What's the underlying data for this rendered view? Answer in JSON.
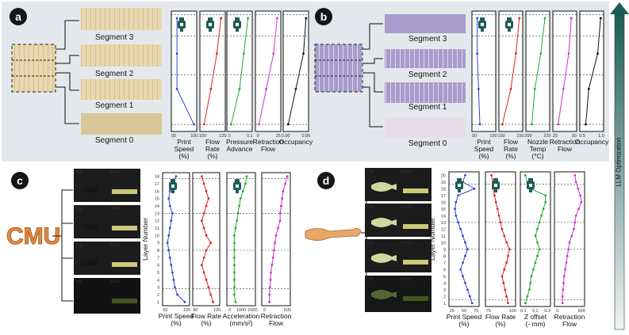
{
  "panels": {
    "a": {
      "badge": "a",
      "segments": [
        "Segment 3",
        "Segment 2",
        "Segment 1",
        "Segment 0"
      ],
      "plots": [
        {
          "label": [
            "Print",
            "Speed",
            "(%)"
          ],
          "ticks": [
            "50",
            "100"
          ],
          "color": "#3344cc"
        },
        {
          "label": [
            "Flow",
            "Rate",
            "(%)"
          ],
          "ticks": [
            "100",
            "120"
          ],
          "color": "#dd2222"
        },
        {
          "label": [
            "Pressure",
            "Advance"
          ],
          "ticks": [
            "0",
            "0.1"
          ],
          "color": "#22aa33"
        },
        {
          "label": [
            "Retraction",
            "Flow"
          ],
          "ticks": [
            "0",
            "25"
          ],
          "color": "#cc33cc"
        },
        {
          "label": [
            "Occupancy"
          ],
          "ticks": [
            "0.90",
            "0.95"
          ],
          "color": "#111111"
        }
      ]
    },
    "b": {
      "badge": "b",
      "segments": [
        "Segment 3",
        "Segment 2",
        "Segment 1",
        "Segment 0"
      ],
      "plots": [
        {
          "label": [
            "Print",
            "Speed",
            "(%)"
          ],
          "ticks": [
            "50",
            "100"
          ],
          "color": "#3344cc"
        },
        {
          "label": [
            "Flow",
            "Rate",
            "(%)"
          ],
          "ticks": [
            "100",
            "150"
          ],
          "color": "#dd2222"
        },
        {
          "label": [
            "Nozzle",
            "Temp",
            "(°C)"
          ],
          "ticks": [
            "200",
            "220"
          ],
          "color": "#22aa33"
        },
        {
          "label": [
            "Retraction",
            "Flow"
          ],
          "ticks": [
            "25",
            "50"
          ],
          "color": "#cc33cc"
        },
        {
          "label": [
            "Occupancy"
          ],
          "ticks": [
            "0.5",
            "1.0"
          ],
          "color": "#111111"
        }
      ]
    },
    "c": {
      "badge": "c",
      "photo_text": "CMU",
      "view_labels": [
        "Top",
        "Front"
      ],
      "ylabel": "Layer Number",
      "yticks": [
        "1",
        "2",
        "3",
        "4",
        "5",
        "6",
        "7",
        "8",
        "9",
        "10",
        "11",
        "12",
        "13",
        "14",
        "15",
        "16",
        "17",
        "18"
      ],
      "plots": [
        {
          "label": [
            "Print Speed",
            "(%)"
          ],
          "ticks": [
            "50",
            "100"
          ],
          "color": "#3344cc"
        },
        {
          "label": [
            "Flow Rate",
            "(%)"
          ],
          "ticks": [
            "80",
            "120"
          ],
          "color": "#dd2222"
        },
        {
          "label": [
            "Acceleration",
            "(mm/s²)"
          ],
          "ticks": [
            "0",
            "1000",
            "2000"
          ],
          "color": "#22aa33"
        },
        {
          "label": [
            "Retraction",
            "Flow"
          ],
          "ticks": [
            "0",
            "500"
          ],
          "color": "#cc33cc"
        }
      ]
    },
    "d": {
      "badge": "d",
      "view_labels": [
        "Top",
        "Front"
      ],
      "ylabel": "Layer Number",
      "yticks": [
        "1",
        "2",
        "3",
        "4",
        "5",
        "6",
        "7",
        "8",
        "9",
        "10",
        "11",
        "12",
        "13",
        "14",
        "15",
        "16",
        "17",
        "18",
        "19",
        "20"
      ],
      "plots": [
        {
          "label": [
            "Print Speed",
            "(%)"
          ],
          "ticks": [
            "25",
            "50",
            "75"
          ],
          "color": "#3344cc"
        },
        {
          "label": [
            "Flow Rate",
            "(%)"
          ],
          "ticks": [
            "75",
            "100"
          ],
          "color": "#dd2222"
        },
        {
          "label": [
            "Z offset",
            "(- mm)"
          ],
          "ticks": [
            "0.1",
            "0.2",
            "0.3"
          ],
          "color": "#22aa33"
        },
        {
          "label": [
            "Retraction",
            "Flow"
          ],
          "ticks": [
            "0",
            "500"
          ],
          "color": "#cc33cc"
        }
      ]
    }
  },
  "side_label": "LLM Optimization",
  "colors": {
    "teal_top": "#1d5d57",
    "teal_bottom": "#e8f0ee",
    "icon": "#1f5d55"
  },
  "chart_data": [
    {
      "type": "line",
      "panel": "a",
      "name": "Print Speed",
      "x": [
        100,
        40,
        40,
        40
      ],
      "y": [
        0,
        1,
        2,
        3
      ]
    },
    {
      "type": "line",
      "panel": "a",
      "name": "Flow Rate",
      "x": [
        100,
        108,
        115,
        120
      ],
      "y": [
        0,
        1,
        2,
        3
      ]
    },
    {
      "type": "line",
      "panel": "a",
      "name": "Pressure Advance",
      "x": [
        0.02,
        0.06,
        0.08,
        0.1
      ],
      "y": [
        0,
        1,
        2,
        3
      ]
    },
    {
      "type": "line",
      "panel": "a",
      "name": "Retraction Flow",
      "x": [
        0,
        10,
        20,
        25
      ],
      "y": [
        0,
        1,
        2,
        3
      ]
    },
    {
      "type": "line",
      "panel": "a",
      "name": "Occupancy",
      "x": [
        0.9,
        0.93,
        0.96,
        0.97
      ],
      "y": [
        0,
        1,
        2,
        3
      ]
    },
    {
      "type": "line",
      "panel": "b",
      "name": "Print Speed",
      "x": [
        50,
        45,
        40,
        40
      ],
      "y": [
        0,
        1,
        2,
        3
      ]
    },
    {
      "type": "line",
      "panel": "b",
      "name": "Flow Rate",
      "x": [
        100,
        125,
        140,
        150
      ],
      "y": [
        0,
        1,
        2,
        3
      ]
    },
    {
      "type": "line",
      "panel": "b",
      "name": "Nozzle Temp",
      "x": [
        200,
        205,
        215,
        222
      ],
      "y": [
        0,
        1,
        2,
        3
      ]
    },
    {
      "type": "line",
      "panel": "b",
      "name": "Retraction Flow",
      "x": [
        25,
        35,
        45,
        50
      ],
      "y": [
        0,
        1,
        2,
        3
      ]
    },
    {
      "type": "line",
      "panel": "b",
      "name": "Occupancy",
      "x": [
        0.5,
        0.6,
        0.9,
        1.0
      ],
      "y": [
        0,
        1,
        2,
        3
      ]
    },
    {
      "type": "line",
      "panel": "c",
      "name": "Print Speed",
      "x": [
        90,
        60,
        50,
        45,
        40,
        35,
        30,
        25,
        20,
        25,
        30,
        35,
        40,
        30,
        25,
        30,
        40,
        55
      ],
      "y": [
        1,
        2,
        3,
        4,
        5,
        6,
        7,
        8,
        9,
        10,
        11,
        12,
        13,
        14,
        15,
        16,
        17,
        18
      ]
    },
    {
      "type": "line",
      "panel": "c",
      "name": "Flow Rate",
      "x": [
        115,
        110,
        105,
        100,
        95,
        90,
        95,
        100,
        110,
        100,
        95,
        90,
        95,
        100,
        105,
        100,
        95,
        90
      ],
      "y": [
        1,
        2,
        3,
        4,
        5,
        6,
        7,
        8,
        9,
        10,
        11,
        12,
        13,
        14,
        15,
        16,
        17,
        18
      ]
    },
    {
      "type": "line",
      "panel": "c",
      "name": "Acceleration",
      "x": [
        600,
        500,
        500,
        500,
        500,
        500,
        500,
        500,
        500,
        500,
        600,
        700,
        800,
        900,
        1000,
        1200,
        1400,
        1500
      ],
      "y": [
        1,
        2,
        3,
        4,
        5,
        6,
        7,
        8,
        9,
        10,
        11,
        12,
        13,
        14,
        15,
        16,
        17,
        18
      ]
    },
    {
      "type": "line",
      "panel": "c",
      "name": "Retraction Flow",
      "x": [
        150,
        150,
        160,
        170,
        180,
        200,
        220,
        240,
        260,
        280,
        320,
        360,
        360,
        380,
        400,
        420,
        460,
        500
      ],
      "y": [
        1,
        2,
        3,
        4,
        5,
        6,
        7,
        8,
        9,
        10,
        11,
        12,
        13,
        14,
        15,
        16,
        17,
        18
      ]
    },
    {
      "type": "line",
      "panel": "d",
      "name": "Print Speed",
      "x": [
        65,
        60,
        55,
        50,
        45,
        40,
        45,
        50,
        55,
        50,
        45,
        40,
        35,
        30,
        28,
        30,
        35,
        70,
        45,
        50
      ],
      "y": [
        1,
        2,
        3,
        4,
        5,
        6,
        7,
        8,
        9,
        10,
        11,
        12,
        13,
        14,
        15,
        16,
        17,
        18,
        19,
        20
      ]
    },
    {
      "type": "line",
      "panel": "d",
      "name": "Flow Rate",
      "x": [
        100,
        98,
        96,
        94,
        92,
        95,
        98,
        100,
        102,
        98,
        95,
        92,
        90,
        88,
        86,
        84,
        82,
        80,
        80,
        78
      ],
      "y": [
        1,
        2,
        3,
        4,
        5,
        6,
        7,
        8,
        9,
        10,
        11,
        12,
        13,
        14,
        15,
        16,
        17,
        18,
        19,
        20
      ]
    },
    {
      "type": "line",
      "panel": "d",
      "name": "Z offset",
      "x": [
        0.1,
        0.12,
        0.14,
        0.15,
        0.16,
        0.18,
        0.2,
        0.22,
        0.24,
        0.22,
        0.2,
        0.22,
        0.24,
        0.26,
        0.28,
        0.3,
        0.3,
        0.15,
        0.12,
        0.1
      ],
      "y": [
        1,
        2,
        3,
        4,
        5,
        6,
        7,
        8,
        9,
        10,
        11,
        12,
        13,
        14,
        15,
        16,
        17,
        18,
        19,
        20
      ]
    },
    {
      "type": "line",
      "panel": "d",
      "name": "Retraction Flow",
      "x": [
        150,
        150,
        160,
        170,
        180,
        200,
        220,
        240,
        260,
        280,
        320,
        360,
        380,
        400,
        450,
        500,
        480,
        440,
        400,
        380
      ],
      "y": [
        1,
        2,
        3,
        4,
        5,
        6,
        7,
        8,
        9,
        10,
        11,
        12,
        13,
        14,
        15,
        16,
        17,
        18,
        19,
        20
      ]
    }
  ]
}
